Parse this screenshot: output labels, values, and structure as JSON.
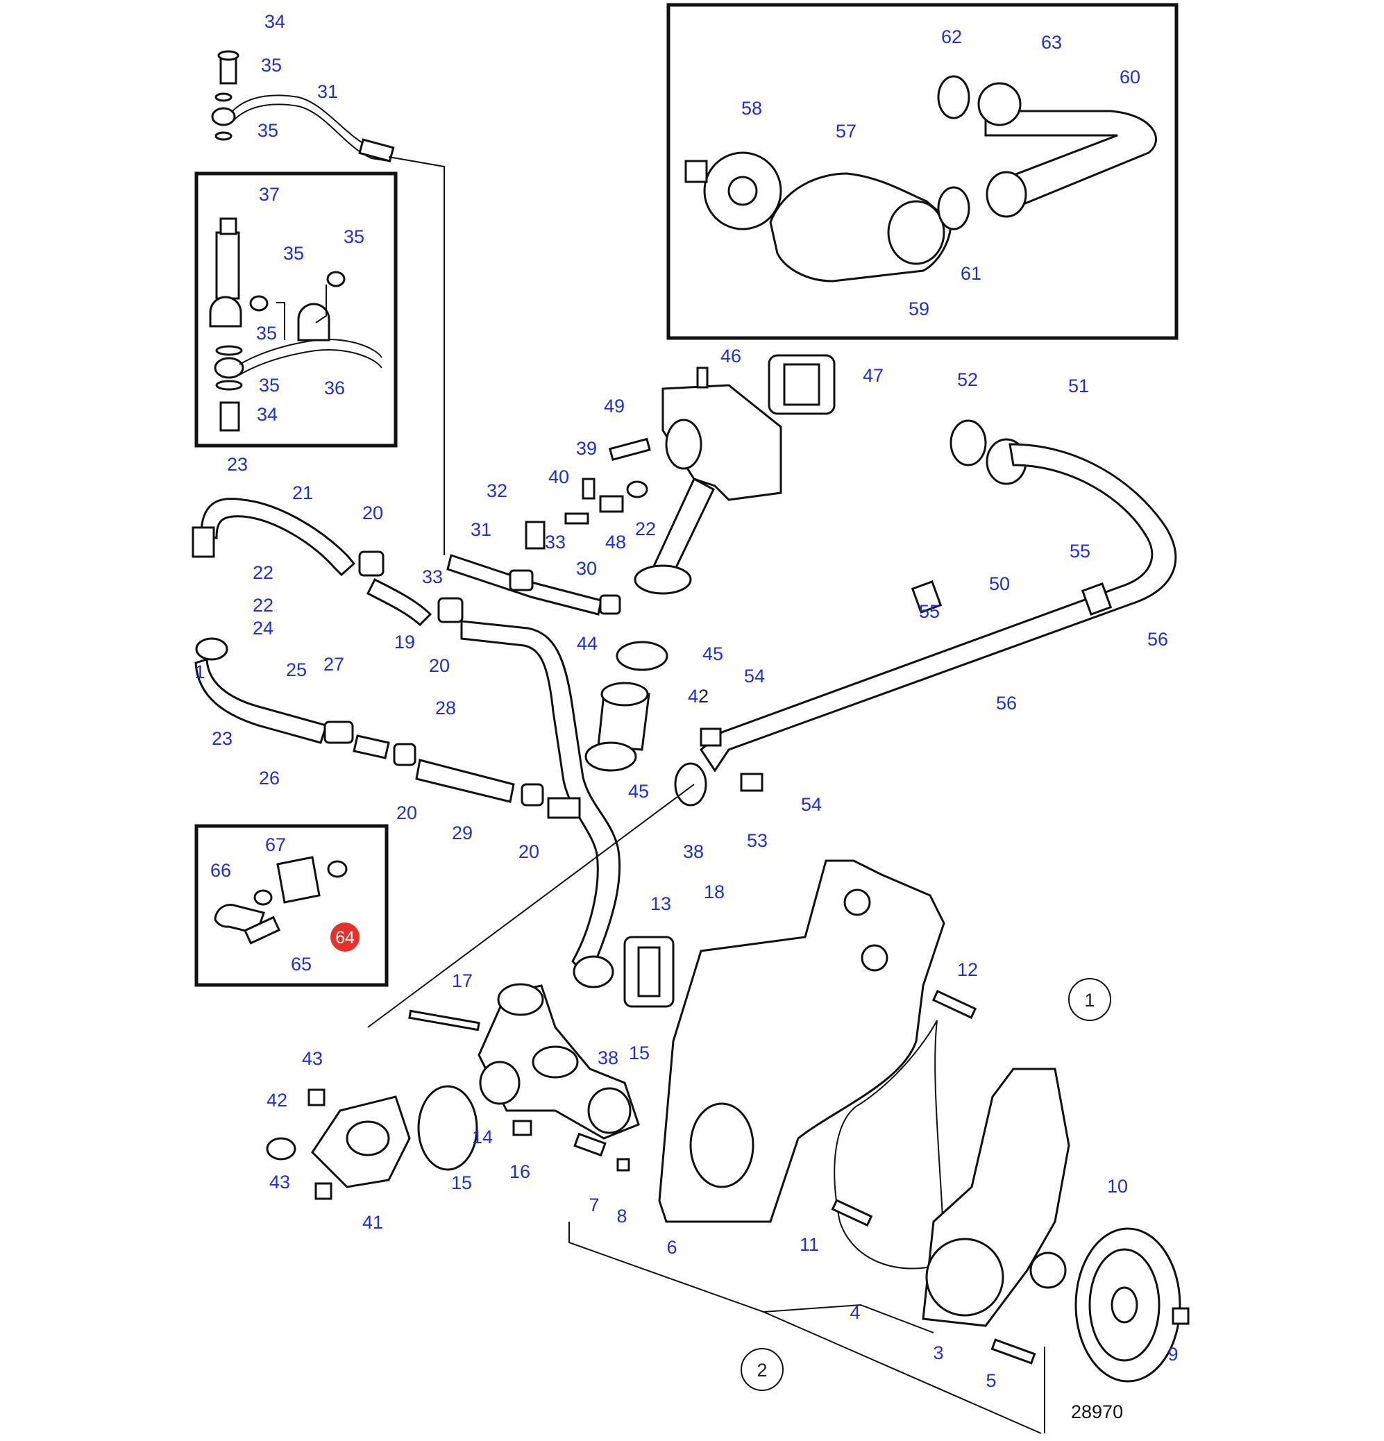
{
  "figure_number": "28970",
  "highlight_color": "#e8302a",
  "callout_color": "#1f2fd6",
  "group_labels": [
    "1",
    "2"
  ],
  "callouts": {
    "c34a": "34",
    "c35a": "35",
    "c31a": "31",
    "c35b": "35",
    "c37": "37",
    "c35c": "35",
    "c35d": "35",
    "c35e": "35",
    "c36": "36",
    "c35f": "35",
    "c34b": "34",
    "c23a": "23",
    "c21": "21",
    "c20a": "20",
    "c22a": "22",
    "c22b": "22",
    "c24": "24",
    "c19": "19",
    "c20b": "20",
    "c25": "25",
    "c27": "27",
    "c1x": "1",
    "c23b": "23",
    "c26": "26",
    "c20c": "20",
    "c29": "29",
    "c20d": "20",
    "c28": "28",
    "c32": "32",
    "c31b": "31",
    "c33a": "33",
    "c33b": "33",
    "c30": "30",
    "c40": "40",
    "c39": "39",
    "c49": "49",
    "c48": "48",
    "c22c": "22",
    "c46": "46",
    "c47": "47",
    "c44": "44",
    "c45a": "45",
    "c45b": "45",
    "c42": "42",
    "c54a": "54",
    "c54b": "54",
    "c53": "53",
    "c38a": "38",
    "c18": "18",
    "c52": "52",
    "c51": "51",
    "c55a": "55",
    "c50": "50",
    "c55b": "55",
    "c56a": "56",
    "c56b": "56",
    "c62": "62",
    "c63": "63",
    "c60": "60",
    "c58": "58",
    "c57": "57",
    "c61": "61",
    "c59": "59",
    "c67": "67",
    "c66": "66",
    "c64": "64",
    "c65": "65",
    "c13": "13",
    "c12": "12",
    "c17": "17",
    "c43a": "43",
    "c42b": "42",
    "c43b": "43",
    "c41": "41",
    "c14": "14",
    "c15a": "15",
    "c16": "16",
    "c38b": "38",
    "c15b": "15",
    "c7": "7",
    "c8": "8",
    "c6": "6",
    "c11": "11",
    "c4": "4",
    "c10": "10",
    "c3": "3",
    "c5": "5",
    "c9": "9"
  }
}
